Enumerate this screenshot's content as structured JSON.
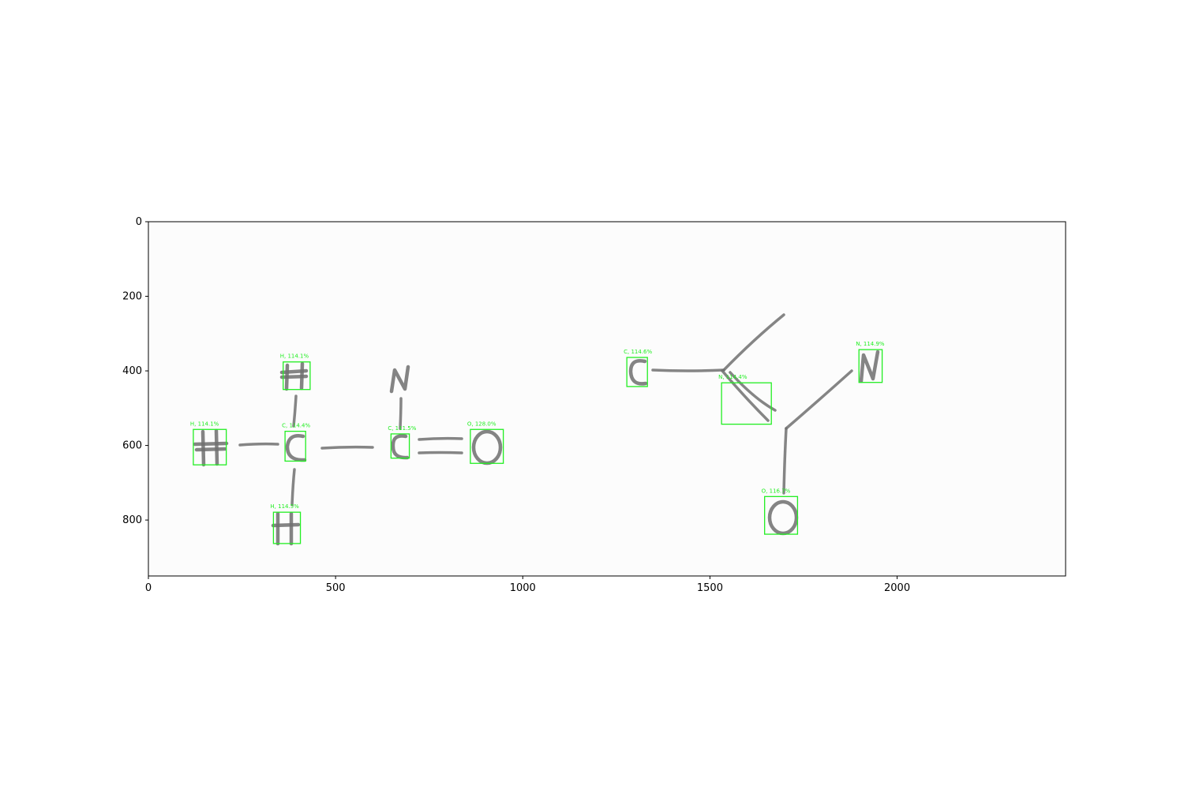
{
  "axes": {
    "x_range": [
      0,
      2450
    ],
    "y_range": [
      950,
      0
    ],
    "x_ticks": [
      {
        "value": 0,
        "label": "0"
      },
      {
        "value": 500,
        "label": "500"
      },
      {
        "value": 1000,
        "label": "1000"
      },
      {
        "value": 1500,
        "label": "1500"
      },
      {
        "value": 2000,
        "label": "2000"
      }
    ],
    "y_ticks": [
      {
        "value": 0,
        "label": "0"
      },
      {
        "value": 200,
        "label": "200"
      },
      {
        "value": 400,
        "label": "400"
      },
      {
        "value": 600,
        "label": "600"
      },
      {
        "value": 800,
        "label": "800"
      }
    ]
  },
  "detections": [
    {
      "symbol": "H",
      "label": "H, 114.1%",
      "x0": 360,
      "y0": 376,
      "x1": 432,
      "y1": 450
    },
    {
      "symbol": "H",
      "label": "H, 114.1%",
      "x0": 120,
      "y0": 557,
      "x1": 208,
      "y1": 652
    },
    {
      "symbol": "C",
      "label": "C, 114.4%",
      "x0": 365,
      "y0": 562,
      "x1": 420,
      "y1": 642
    },
    {
      "symbol": "H",
      "label": "H, 114.5%",
      "x0": 334,
      "y0": 779,
      "x1": 406,
      "y1": 863
    },
    {
      "symbol": "C",
      "label": "C, 111.5%",
      "x0": 648,
      "y0": 569,
      "x1": 697,
      "y1": 634
    },
    {
      "symbol": "O",
      "label": "O, 128.0%",
      "x0": 860,
      "y0": 557,
      "x1": 948,
      "y1": 648
    },
    {
      "symbol": "C",
      "label": "C, 114.6%",
      "x0": 1278,
      "y0": 364,
      "x1": 1333,
      "y1": 442
    },
    {
      "symbol": "N",
      "label": "N, 114.4%",
      "x0": 1531,
      "y0": 432,
      "x1": 1664,
      "y1": 543
    },
    {
      "symbol": "N",
      "label": "N, 114.9%",
      "x0": 1898,
      "y0": 343,
      "x1": 1960,
      "y1": 431
    },
    {
      "symbol": "O",
      "label": "O, 116.7%",
      "x0": 1646,
      "y0": 737,
      "x1": 1734,
      "y1": 838
    }
  ],
  "annotation": {
    "unboxed_symbol": "N"
  },
  "colors": {
    "box": "#22ee22",
    "ink": "#6f6f6f",
    "axes": "#000000"
  }
}
